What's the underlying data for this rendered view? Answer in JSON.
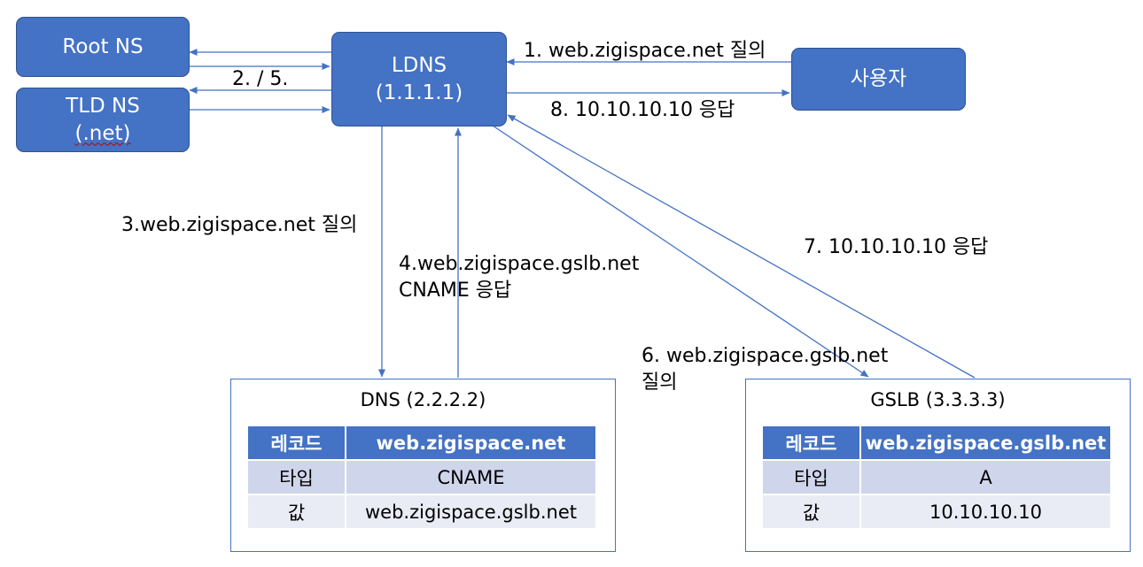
{
  "nodes": {
    "root_ns": "Root NS",
    "tld_ns_line1": "TLD NS",
    "tld_ns_line2": "(.net)",
    "ldns_line1": "LDNS",
    "ldns_line2": "(1.1.1.1)",
    "user": "사용자"
  },
  "steps": {
    "step1": "1. web.zigispace.net 질의",
    "step2_5": "2. / 5.",
    "step3": "3.web.zigispace.net 질의",
    "step4_line1": "4.web.zigispace.gslb.net",
    "step4_line2": "CNAME 응답",
    "step6_line1": "6. web.zigispace.gslb.net",
    "step6_line2": "질의",
    "step7": "7. 10.10.10.10 응답",
    "step8": "8. 10.10.10.10 응답"
  },
  "dns_panel": {
    "title": "DNS (2.2.2.2)",
    "header": [
      "레코드",
      "web.zigispace.net"
    ],
    "rows": [
      [
        "타입",
        "CNAME"
      ],
      [
        "값",
        "web.zigispace.gslb.net"
      ]
    ]
  },
  "gslb_panel": {
    "title": "GSLB (3.3.3.3)",
    "header": [
      "레코드",
      "web.zigispace.gslb.net"
    ],
    "rows": [
      [
        "타입",
        "A"
      ],
      [
        "값",
        "10.10.10.10"
      ]
    ]
  },
  "colors": {
    "node_fill": "#4472C4",
    "node_border": "#2F528F",
    "table_header": "#4472C4",
    "table_row_odd": "#CFD5EA",
    "table_row_even": "#E9EBF5"
  }
}
